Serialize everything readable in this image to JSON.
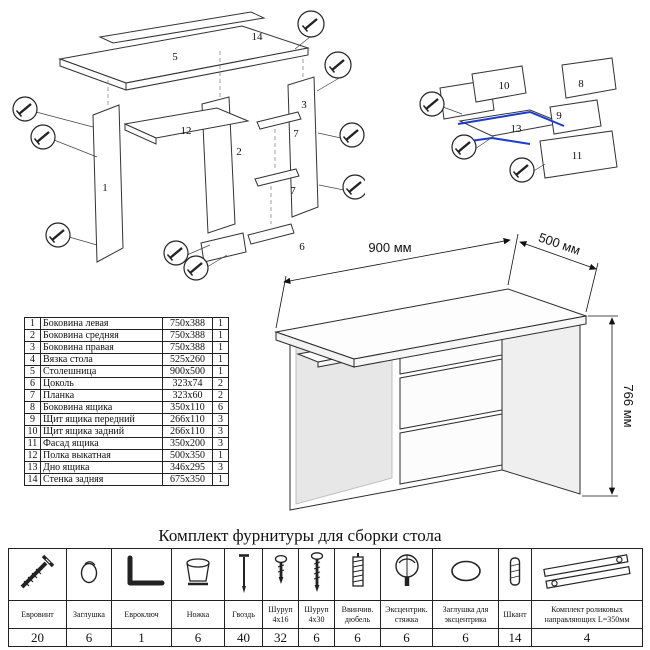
{
  "title": {
    "hardware_kit": "Комплект фурнитуры для сборки стола"
  },
  "dimensions": {
    "width": "900 мм",
    "depth": "500 мм",
    "height": "766 мм"
  },
  "main_diagram": {
    "labels": {
      "l1": "1",
      "l2": "2",
      "l3": "3",
      "l5": "5",
      "l6": "6",
      "l7a": "7",
      "l7b": "7",
      "l12": "12",
      "l14": "14"
    }
  },
  "drawer_diagram": {
    "labels": {
      "l8": "8",
      "l9": "9",
      "l10": "10",
      "l11": "11",
      "l13": "13"
    }
  },
  "parts_table": {
    "rows": [
      {
        "num": "1",
        "name": "Боковина левая",
        "size": "750x388",
        "qty": "1"
      },
      {
        "num": "2",
        "name": "Боковина средняя",
        "size": "750x388",
        "qty": "1"
      },
      {
        "num": "3",
        "name": "Боковина правая",
        "size": "750x388",
        "qty": "1"
      },
      {
        "num": "4",
        "name": "Вязка стола",
        "size": "525x260",
        "qty": "1"
      },
      {
        "num": "5",
        "name": "Столешница",
        "size": "900x500",
        "qty": "1"
      },
      {
        "num": "6",
        "name": "Цоколь",
        "size": "323x74",
        "qty": "2"
      },
      {
        "num": "7",
        "name": "Планка",
        "size": "323x60",
        "qty": "2"
      },
      {
        "num": "8",
        "name": "Боковина ящика",
        "size": "350x110",
        "qty": "6"
      },
      {
        "num": "9",
        "name": "Щит ящика передний",
        "size": "266x110",
        "qty": "3"
      },
      {
        "num": "10",
        "name": "Щит ящика задний",
        "size": "266x110",
        "qty": "3"
      },
      {
        "num": "11",
        "name": "Фасад ящика",
        "size": "350x200",
        "qty": "3"
      },
      {
        "num": "12",
        "name": "Полка выкатная",
        "size": "500x350",
        "qty": "1"
      },
      {
        "num": "13",
        "name": "Дно ящика",
        "size": "346x295",
        "qty": "3"
      },
      {
        "num": "14",
        "name": "Стенка задняя",
        "size": "675x350",
        "qty": "1"
      }
    ]
  },
  "hardware_table": {
    "items": [
      {
        "name": "Евровинт",
        "qty": "20"
      },
      {
        "name": "Заглушка",
        "qty": "6"
      },
      {
        "name": "Евроключ",
        "qty": "1"
      },
      {
        "name": "Ножка",
        "qty": "6"
      },
      {
        "name": "Гвоздь",
        "qty": "40"
      },
      {
        "name": "Шуруп 4x16",
        "qty": "32"
      },
      {
        "name": "Шуруп 4x30",
        "qty": "6"
      },
      {
        "name": "Ввинчив. дюбель",
        "qty": "6"
      },
      {
        "name": "Эксцентрик. стяжка",
        "qty": "6"
      },
      {
        "name": "Заглушка для эксцентрика",
        "qty": "6"
      },
      {
        "name": "Шкант",
        "qty": "14"
      },
      {
        "name": "Комплект роликовых направляющих L=350мм",
        "qty": "4"
      }
    ]
  }
}
